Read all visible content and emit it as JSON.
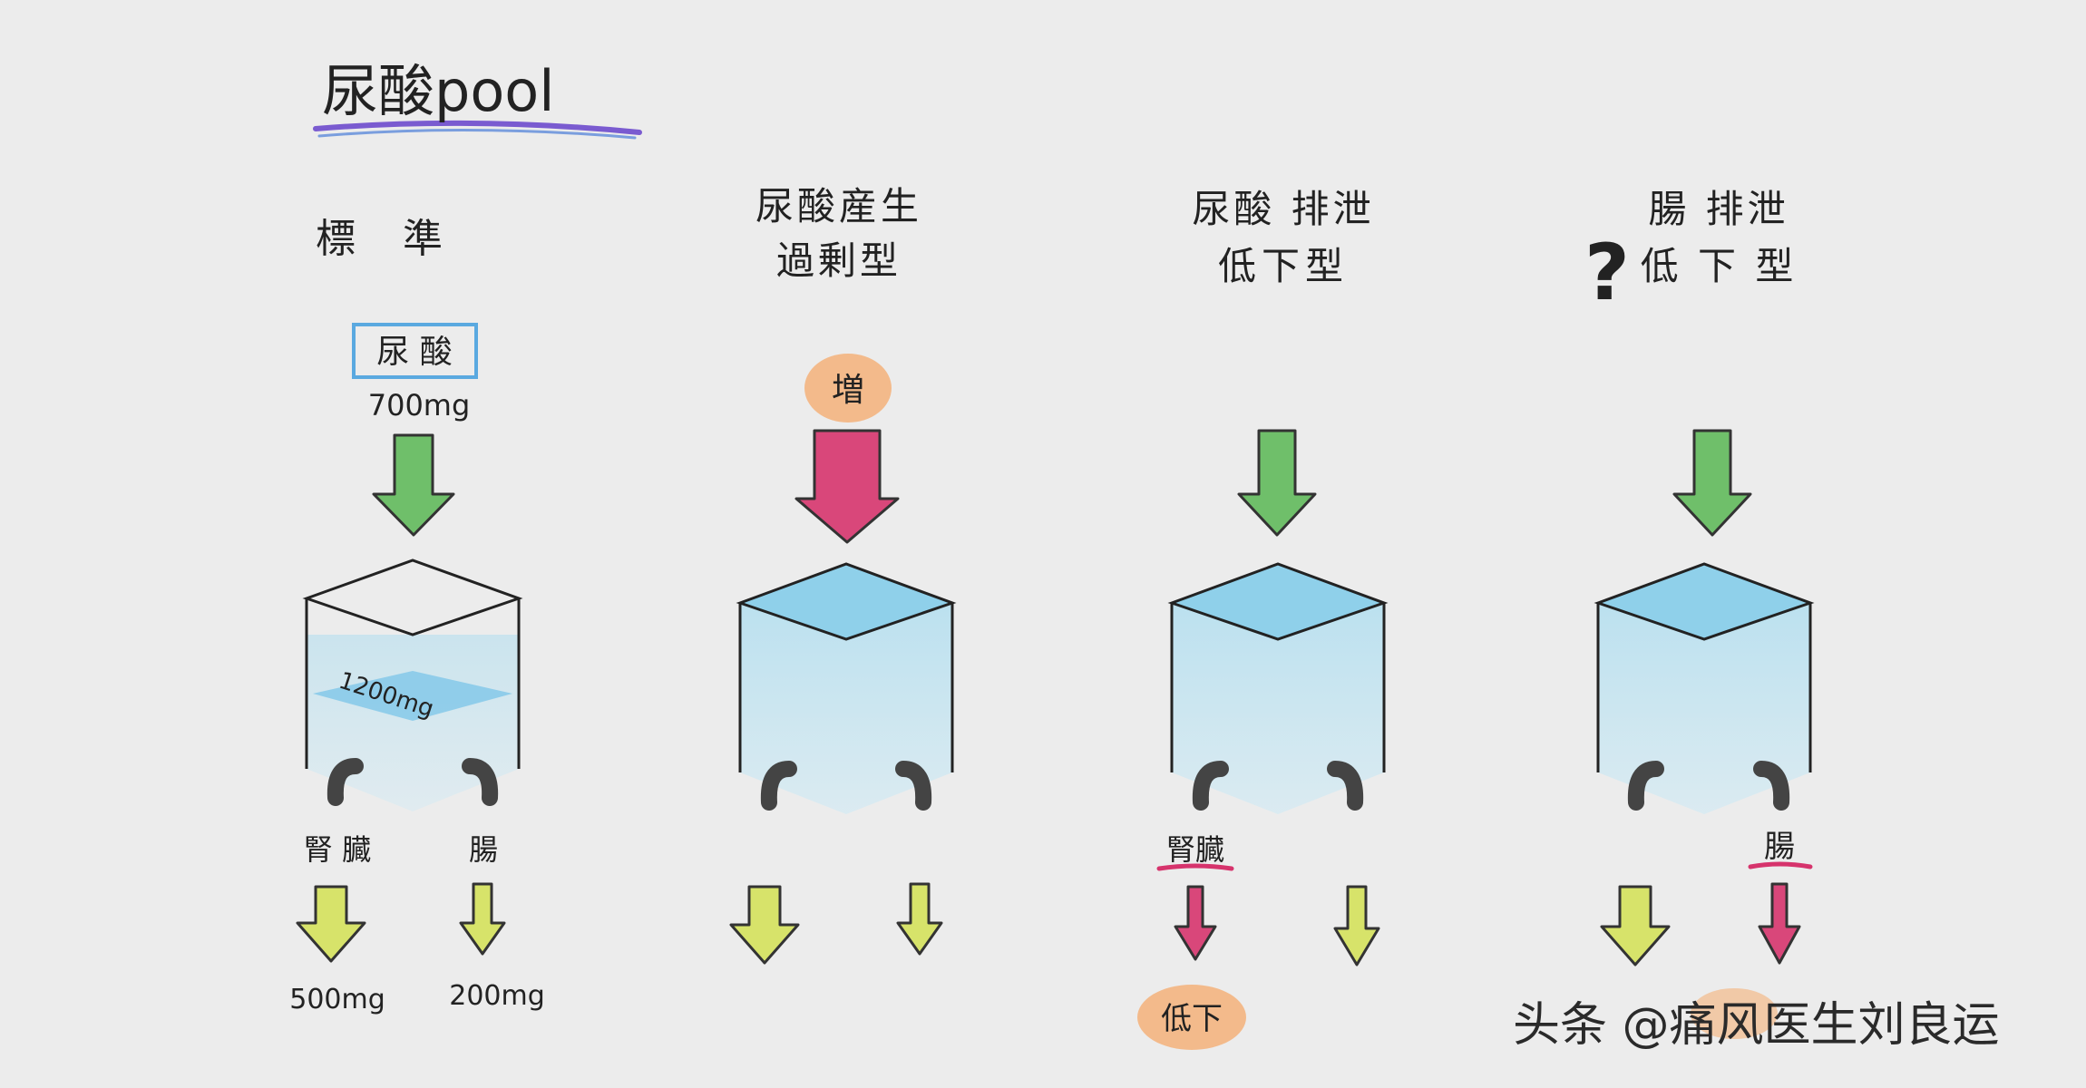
{
  "title": "尿酸pool",
  "columns": [
    {
      "heading_lines": [
        "標　準"
      ],
      "input_label": "尿 酸",
      "input_amount": "700mg",
      "pool_label": "1200mg",
      "left_out_label": "腎 臓",
      "right_out_label": "腸",
      "left_amount": "500mg",
      "right_amount": "200mg"
    },
    {
      "heading_lines": [
        "尿酸産生",
        "過剰型"
      ],
      "increase_badge": "増"
    },
    {
      "heading_lines": [
        "尿酸 排泄",
        "低下型"
      ],
      "left_out_label": "腎臓",
      "decrease_badge": "低下"
    },
    {
      "heading_lines": [
        "腸 排泄",
        "低 下 型"
      ],
      "question_mark": "?",
      "right_out_label": "腸"
    }
  ],
  "watermark": "头条 @痛风医生刘良运",
  "colors": {
    "green_arrow": "#6fbf6a",
    "red_arrow": "#d9477a",
    "yellow_arrow": "#d7e36a",
    "water": "#9fd6ec",
    "orange_badge": "#f5b27a",
    "underline_red": "#d6336c",
    "box_outline": "#5aa9e0",
    "question_red": "#e33b4b"
  }
}
